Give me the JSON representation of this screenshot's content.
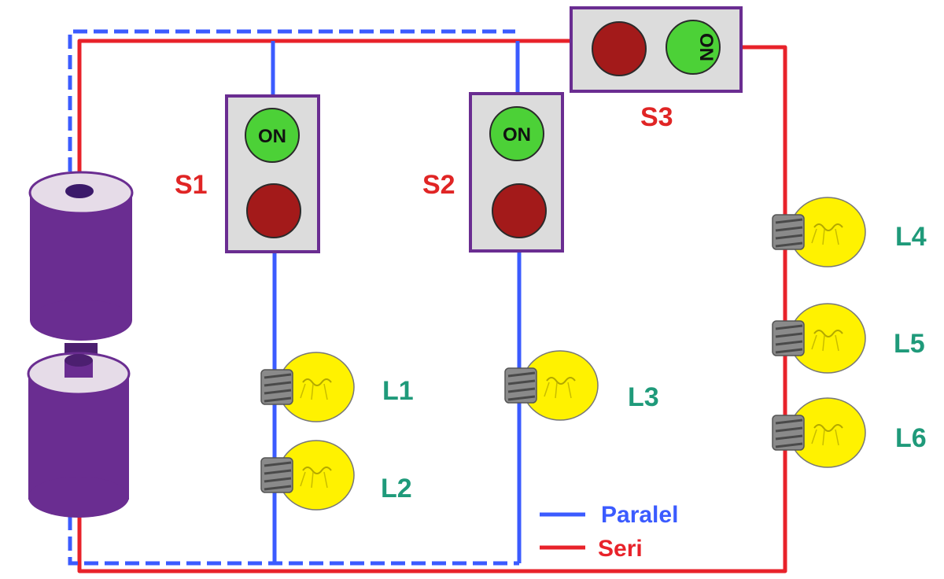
{
  "colors": {
    "series_wire": "#e8222a",
    "parallel_wire": "#3b5bff",
    "switch_label": "#e02525",
    "lamp_label": "#1f9a7a",
    "battery_body": "#6a2d91",
    "battery_cap": "#e6dce8",
    "switch_box_fill": "#dcdcdc",
    "switch_box_border": "#6a2d91",
    "on_button": "#4cd137",
    "off_button": "#a31a1a",
    "bulb_glass": "#fff200",
    "bulb_base": "#8a8a8a"
  },
  "switches": [
    {
      "id": "s1",
      "label": "S1",
      "on_text": "ON"
    },
    {
      "id": "s2",
      "label": "S2",
      "on_text": "ON"
    },
    {
      "id": "s3",
      "label": "S3",
      "on_text": "ON"
    }
  ],
  "lamps": [
    {
      "id": "l1",
      "label": "L1"
    },
    {
      "id": "l2",
      "label": "L2"
    },
    {
      "id": "l3",
      "label": "L3"
    },
    {
      "id": "l4",
      "label": "L4"
    },
    {
      "id": "l5",
      "label": "L5"
    },
    {
      "id": "l6",
      "label": "L6"
    }
  ],
  "legend": {
    "parallel_label": "Paralel",
    "series_label": "Seri"
  }
}
